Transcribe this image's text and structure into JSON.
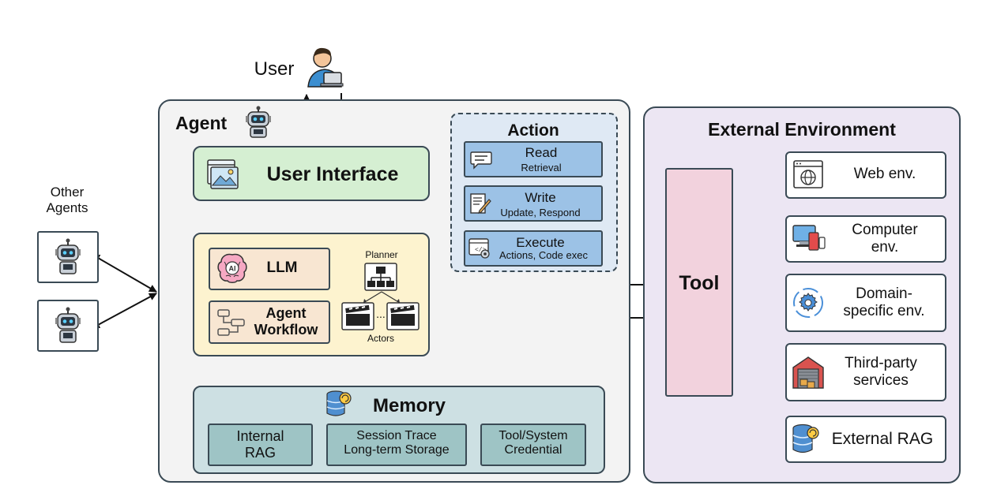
{
  "user_label": "User",
  "other_agents_label": "Other\nAgents",
  "agent": {
    "title": "Agent",
    "user_interface": "User Interface",
    "llm": "LLM",
    "workflow": "Agent\nWorkflow",
    "planner": "Planner",
    "actors": "Actors",
    "ellipsis": "...",
    "memory": {
      "title": "Memory",
      "items": [
        "Internal\nRAG",
        "Session Trace\nLong-term Storage",
        "Tool/System\nCredential"
      ]
    }
  },
  "action": {
    "title": "Action",
    "items": [
      {
        "title": "Read",
        "subtitle": "Retrieval"
      },
      {
        "title": "Write",
        "subtitle": "Update, Respond"
      },
      {
        "title": "Execute",
        "subtitle": "Actions, Code exec"
      }
    ]
  },
  "environment": {
    "title": "External Environment",
    "tool": "Tool",
    "items": [
      "Web env.",
      "Computer\nenv.",
      "Domain-\nspecific env.",
      "Third-party\nservices",
      "External RAG"
    ]
  },
  "icons": [
    "user-icon",
    "robot-icon",
    "image-icon",
    "brain-ai-icon",
    "workflow-icon",
    "hierarchy-icon",
    "clapper-icon",
    "database-icon",
    "chat-icon",
    "document-edit-icon",
    "code-gear-icon",
    "globe-window-icon",
    "devices-icon",
    "gear-cycle-icon",
    "warehouse-icon"
  ],
  "colors": {
    "agent_bg": "#f3f3f3",
    "env_bg": "#ece6f3",
    "ui": "#d5efd2",
    "core": "#fdf3cf",
    "llm": "#f8e6d2",
    "memory": "#cde0e3",
    "memory_item": "#9ec4c5",
    "action_bg": "#dfe9f4",
    "action_item": "#9cc2e6",
    "tool": "#f2d2dd",
    "stroke": "#3a4a55"
  }
}
